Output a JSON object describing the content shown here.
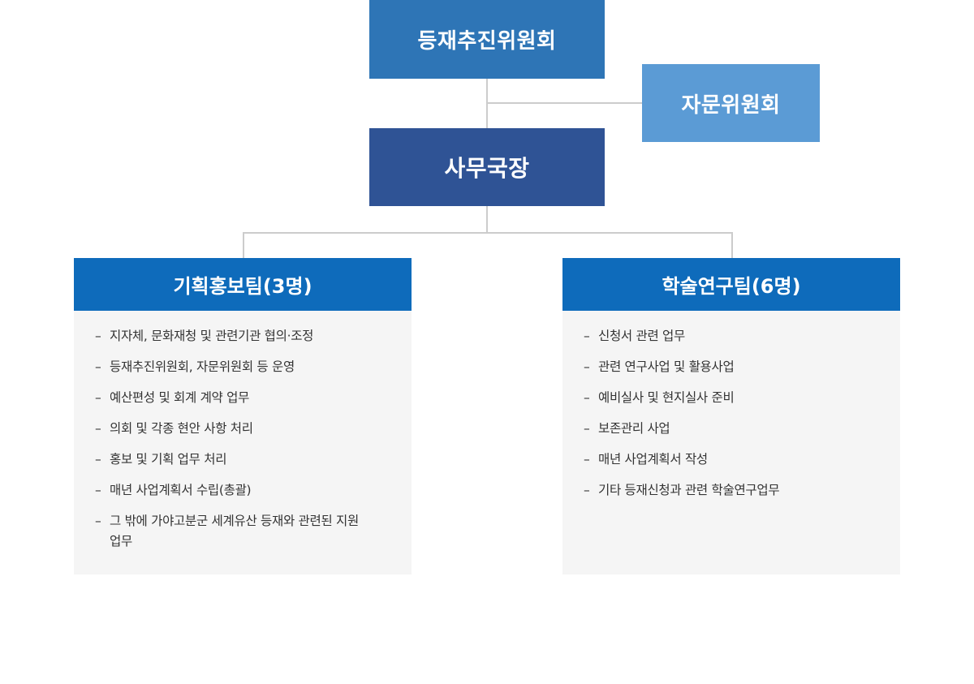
{
  "colors": {
    "committee": "#2e75b6",
    "advisory": "#5b9bd5",
    "secretary": "#2f5395",
    "team_header": "#0e6bbb",
    "team_body": "#f5f5f5",
    "connector": "#cccccc"
  },
  "org": {
    "committee": "등재추진위원회",
    "advisory": "자문위원회",
    "secretary": "사무국장"
  },
  "teams": [
    {
      "name": "기획홍보팀(3명)",
      "duties": [
        "지자체, 문화재청 및 관련기관 협의·조정",
        "등재추진위원회, 자문위원회 등 운영",
        "예산편성 및 회계 계약 업무",
        "의회 및 각종 현안 사항 처리",
        "홍보 및 기획 업무 처리",
        "매년 사업계획서 수립(총괄)",
        "그 밖에 가야고분군 세계유산 등재와 관련된 지원 업무"
      ]
    },
    {
      "name": "학술연구팀(6명)",
      "duties": [
        "신청서 관련 업무",
        "관련 연구사업 및 활용사업",
        "예비실사 및 현지실사 준비",
        "보존관리 사업",
        "매년 사업계획서 작성",
        "기타 등재신청과 관련 학술연구업무"
      ]
    }
  ]
}
